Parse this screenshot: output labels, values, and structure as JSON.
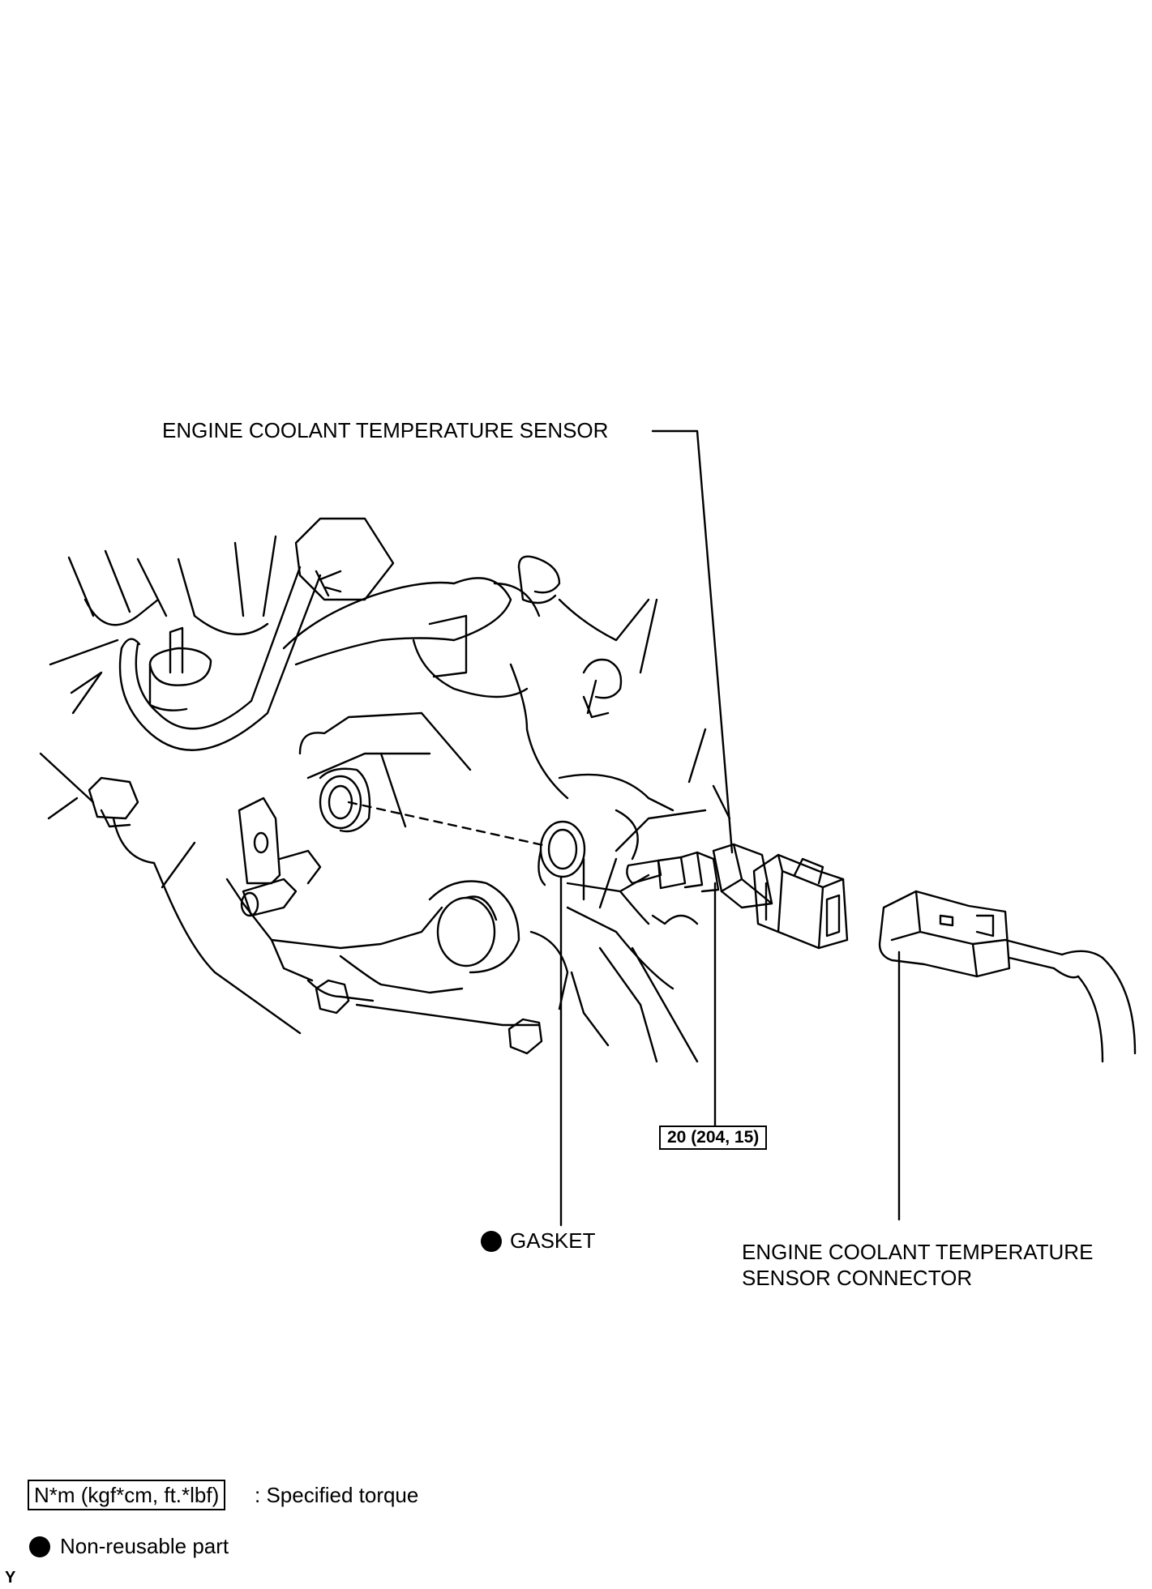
{
  "labels": {
    "sensor": "ENGINE COOLANT TEMPERATURE SENSOR",
    "gasket": "GASKET",
    "connector_line1": "ENGINE COOLANT TEMPERATURE",
    "connector_line2": "SENSOR CONNECTOR",
    "torque_value": "20 (204, 15)"
  },
  "legend": {
    "torque_box": "N*m (kgf*cm, ft.*lbf)",
    "torque_text": ": Specified torque",
    "nonreusable_text": "Non-reusable part"
  },
  "corner_mark": "Y",
  "icons": {
    "nonreusable": "filled-circle-icon"
  }
}
